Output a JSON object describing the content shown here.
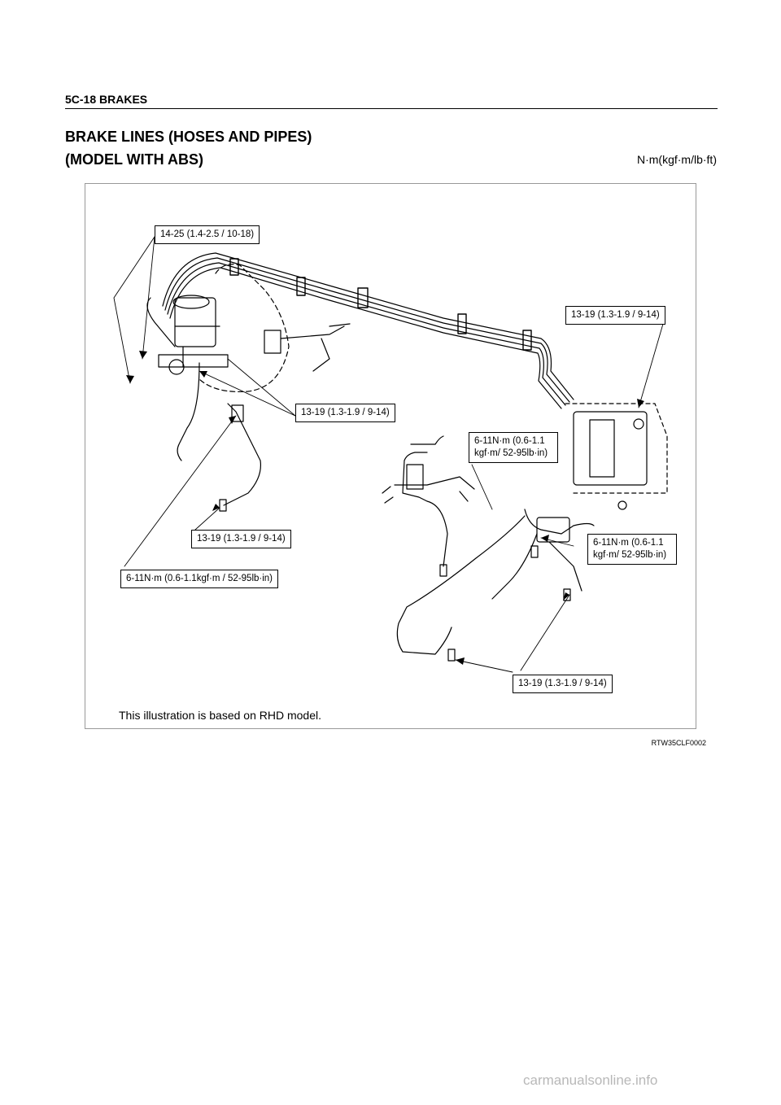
{
  "header": {
    "section": "5C-18  BRAKES"
  },
  "title": {
    "line1": "BRAKE LINES (HOSES AND PIPES)",
    "line2": "(MODEL WITH ABS)",
    "units": "N·m(kgf·m/lb·ft)"
  },
  "figure": {
    "callouts": {
      "c1": "14-25 (1.4-2.5 / 10-18)",
      "c2": "13-19 (1.3-1.9 / 9-14)",
      "c3": "13-19 (1.3-1.9 / 9-14)",
      "c4": "6-11N·m (0.6-1.1 kgf·m/ 52-95lb·in)",
      "c5": "13-19 (1.3-1.9 / 9-14)",
      "c6": "6-11N·m (0.6-1.1 kgf·m/ 52-95lb·in)",
      "c7": "6-11N·m (0.6-1.1kgf·m / 52-95lb·in)",
      "c8": "13-19 (1.3-1.9 / 9-14)"
    },
    "note": "This illustration is based on RHD model.",
    "code": "RTW35CLF0002"
  },
  "footer": {
    "watermark": "carmanualsonline.info"
  }
}
